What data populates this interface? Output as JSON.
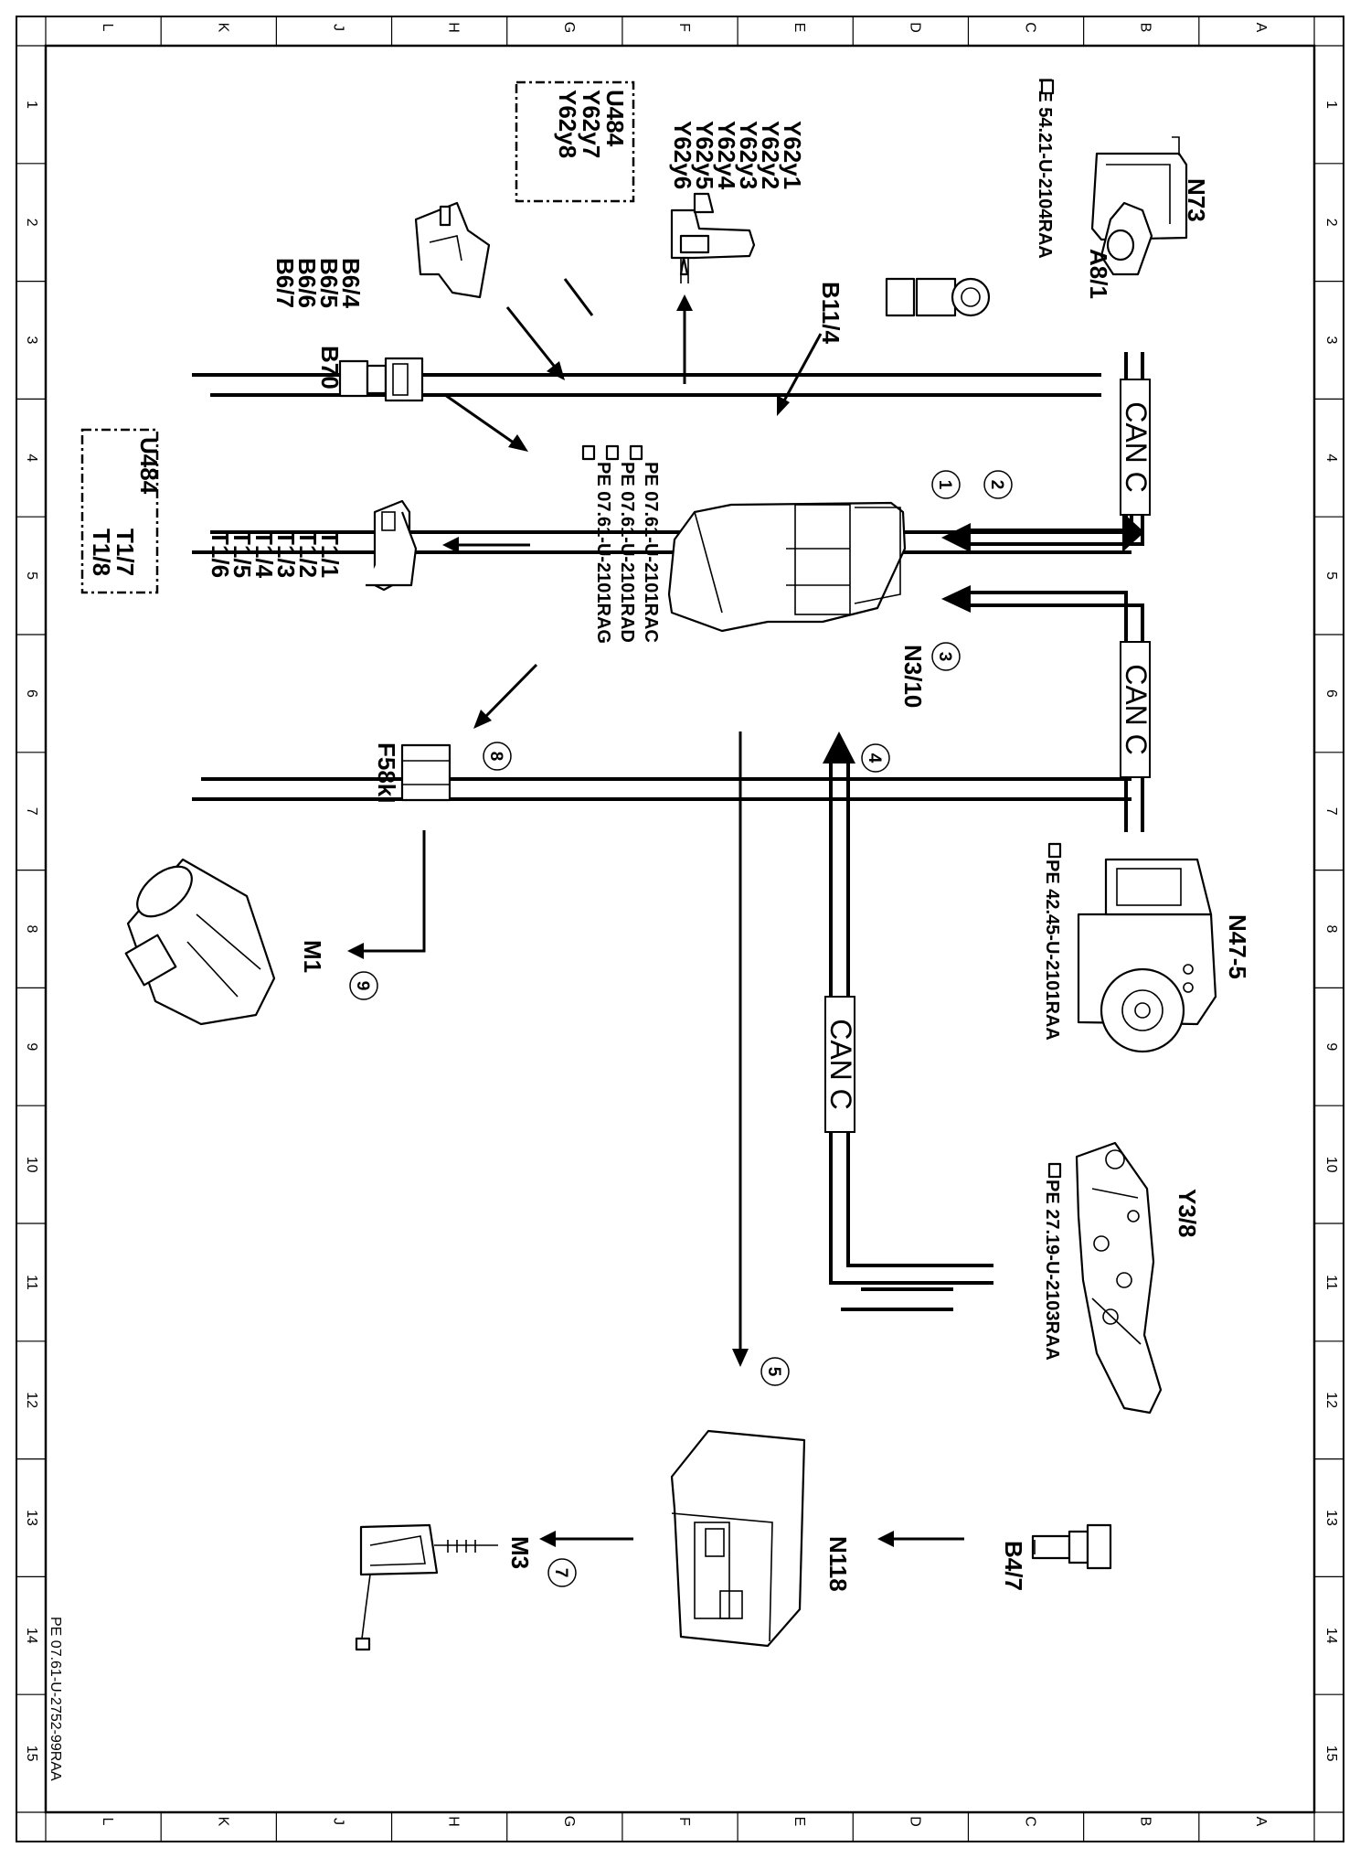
{
  "frame": {
    "col_letters": [
      "L",
      "K",
      "J",
      "H",
      "G",
      "F",
      "E",
      "D",
      "C",
      "B",
      "A"
    ],
    "row_numbers": [
      "1",
      "2",
      "3",
      "4",
      "5",
      "6",
      "7",
      "8",
      "9",
      "10",
      "11",
      "12",
      "13",
      "14",
      "15"
    ]
  },
  "doc_ref": "PE 07.61-U-2752-99RAA",
  "bus_label": "CAN C",
  "components": {
    "n73": {
      "label": "N73",
      "sub": "A8/1",
      "ref": "PE  54.21-U-2104RAA"
    },
    "y62": {
      "lines": [
        "Y62y1",
        "Y62y2",
        "Y62y3",
        "Y62y4",
        "Y62y5",
        "Y62y6"
      ]
    },
    "y62_box": {
      "lines": [
        "U484",
        "Y62y7",
        "Y62y8"
      ]
    },
    "b6": {
      "lines": [
        "B6/4",
        "B6/5",
        "B6/6",
        "B6/7"
      ]
    },
    "b11": {
      "label": "B11/4"
    },
    "b70": {
      "label": "B70"
    },
    "n310": {
      "label": "N3/10",
      "refs": [
        "PE  07.61-U-2101RAC",
        "PE  07.61-U-2101RAD",
        "PE  07.61-U-2101RAG"
      ]
    },
    "t1": {
      "lines": [
        "T1/1",
        "T1/2",
        "T1/3",
        "T1/4",
        "T1/5",
        "T1/6"
      ]
    },
    "t1_box": {
      "lines": [
        "U484",
        "T1/7",
        "T1/8"
      ]
    },
    "f58": {
      "label": "F58kI"
    },
    "m1": {
      "label": "M1"
    },
    "n47": {
      "label": "N47-5",
      "ref": "PE  42.45-U-2101RAA"
    },
    "y38": {
      "label": "Y3/8",
      "ref": "PE  27.19-U-2103RAA"
    },
    "n118": {
      "label": "N118"
    },
    "b47": {
      "label": "B4/7"
    },
    "m3": {
      "label": "M3"
    }
  },
  "circle_numbers": [
    "1",
    "2",
    "3",
    "4",
    "5",
    "7",
    "8",
    "9"
  ]
}
